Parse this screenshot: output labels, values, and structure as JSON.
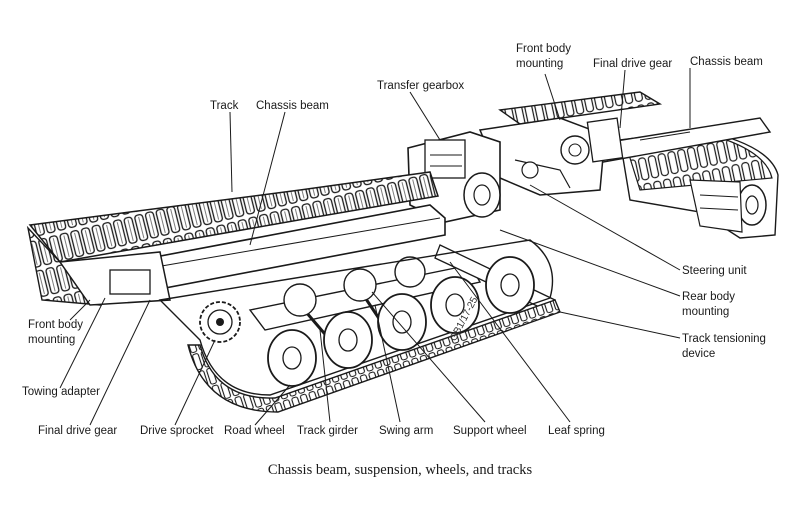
{
  "caption": "Chassis beam, suspension, wheels, and tracks",
  "drawing_number": "GB1/17-25",
  "labels": {
    "track": "Track",
    "chassis_beam_left": "Chassis beam",
    "transfer_gearbox": "Transfer gearbox",
    "front_body_mounting_top": "Front body\nmounting",
    "final_drive_gear_top": "Final drive gear",
    "chassis_beam_right": "Chassis beam",
    "steering_unit": "Steering unit",
    "rear_body_mounting": "Rear body\nmounting",
    "track_tensioning_device": "Track tensioning\ndevice",
    "front_body_mounting_left": "Front body\nmounting",
    "towing_adapter": "Towing adapter",
    "final_drive_gear_bottom": "Final drive gear",
    "drive_sprocket": "Drive sprocket",
    "road_wheel": "Road wheel",
    "track_girder": "Track girder",
    "swing_arm": "Swing arm",
    "support_wheel": "Support wheel",
    "leaf_spring": "Leaf spring"
  }
}
